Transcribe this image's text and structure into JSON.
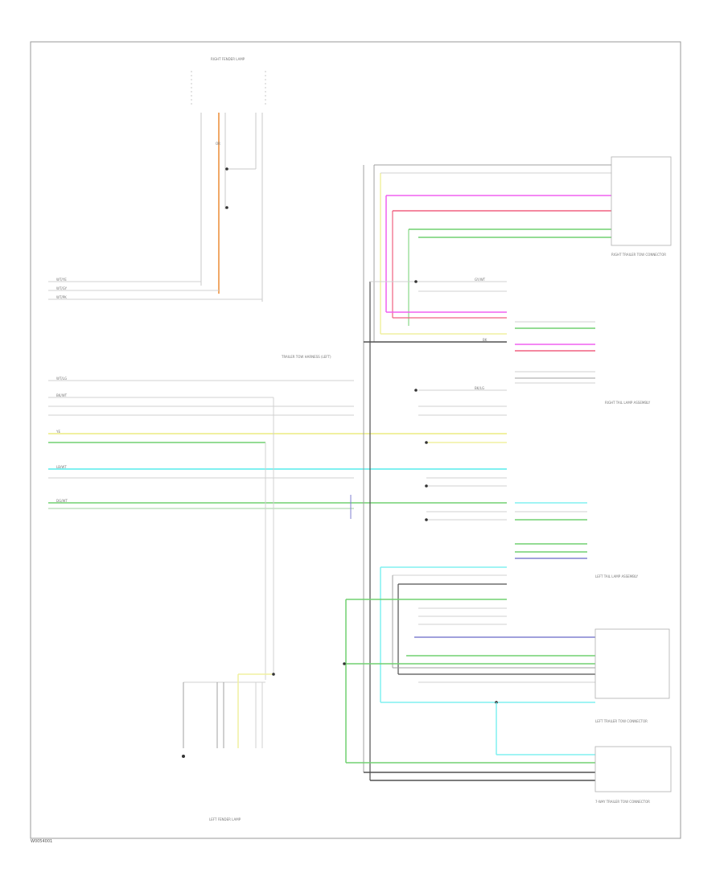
{
  "figure_tag": "W0054001",
  "connectors": {
    "right_trailer_tow_connector": "RIGHT TRAILER TOW CONNECTOR",
    "trailer_tow_harness_left": "TRAILER TOW HARNESS (LEFT)",
    "right_tail_lamp_assembly": "RIGHT TAIL LAMP ASSEMBLY",
    "left_tail_lamp_assembly": "LEFT TAIL LAMP ASSEMBLY",
    "left_trailer_tow_connector": "LEFT TRAILER TOW CONNECTOR",
    "trailer_tow_connector_7way": "7-WAY TRAILER TOW CONNECTOR",
    "left_fender_lamp": "LEFT FENDER LAMP",
    "right_fender_lamp": "RIGHT FENDER LAMP"
  },
  "wires": {
    "wt_ye": "WT/YE",
    "wt_gy": "WT/GY",
    "wt_pk": "WT/PK",
    "wt_lg": "WT/LG",
    "bk_wt": "BK/WT",
    "bk": "BK",
    "ye": "YE",
    "lb_wt": "LB/WT",
    "dg_wt": "DG/WT",
    "gy_wt": "GY/WT",
    "bk_lg": "BK/LG",
    "or": "OR"
  },
  "colors": {
    "orange": "#f0a868",
    "yellow": "#f0f0a0",
    "magenta": "#f060f0",
    "red": "#f06080",
    "green": "#70d070",
    "cyan": "#80f0f0",
    "blue": "#8080d0",
    "gray": "#a0a0a0",
    "dark": "#505050"
  }
}
